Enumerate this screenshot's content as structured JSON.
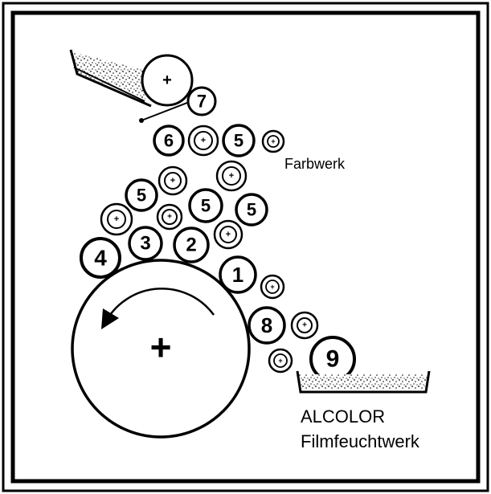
{
  "diagram": {
    "labels": {
      "farbwerk": "Farbwerk",
      "alcolor": "ALCOLOR",
      "filmfeuchtwerk": "Filmfeuchtwerk"
    },
    "rollers": {
      "r7": "7",
      "r6": "6",
      "r5a": "5",
      "r5b": "5",
      "r5c": "5",
      "r5d": "5",
      "r4": "4",
      "r3": "3",
      "r2": "2",
      "r1": "1",
      "r8": "8",
      "r9": "9"
    },
    "plus": "+"
  }
}
